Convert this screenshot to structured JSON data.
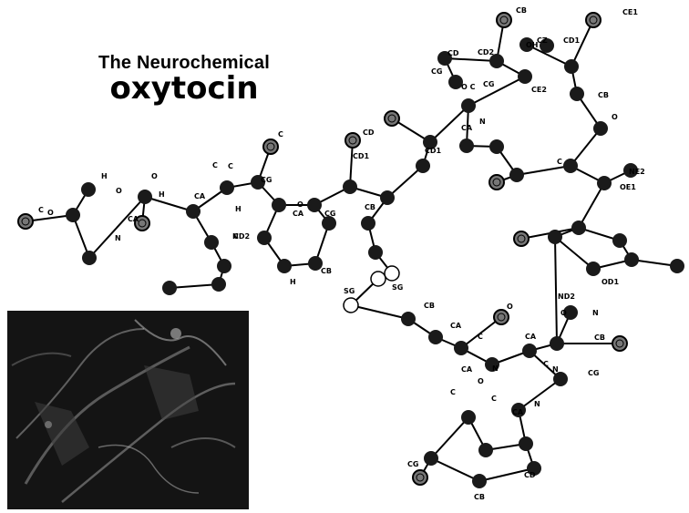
{
  "title": {
    "line1": "The Neurochemical",
    "line2": "oxytocin"
  },
  "figure": {
    "atom_labels": [
      "H",
      "O",
      "C",
      "O",
      "O",
      "CA",
      "H",
      "C",
      "CA",
      "N",
      "H",
      "C",
      "C",
      "O",
      "CA",
      "N",
      "H",
      "CB",
      "CG",
      "CD1",
      "CD",
      "CG",
      "CD2",
      "CB",
      "SG",
      "SG",
      "CB",
      "CA",
      "C",
      "O",
      "N",
      "CA",
      "C",
      "O",
      "N",
      "CB",
      "CG",
      "OD1",
      "ND2",
      "CA",
      "C",
      "N",
      "C",
      "O",
      "CA",
      "CG",
      "CB",
      "N",
      "CD",
      "CD1",
      "O C",
      "CG",
      "CA",
      "N",
      "C",
      "O",
      "CB",
      "CD1",
      "CE1",
      "CZ",
      "OH",
      "CE2",
      "CD2",
      "CB",
      "CG",
      "CD",
      "OE1",
      "NE2"
    ]
  },
  "colors": {
    "atom": "#1a1a1a",
    "bond": "#000000",
    "sulfur": "#ffffff",
    "photo_bg": "#151515"
  }
}
